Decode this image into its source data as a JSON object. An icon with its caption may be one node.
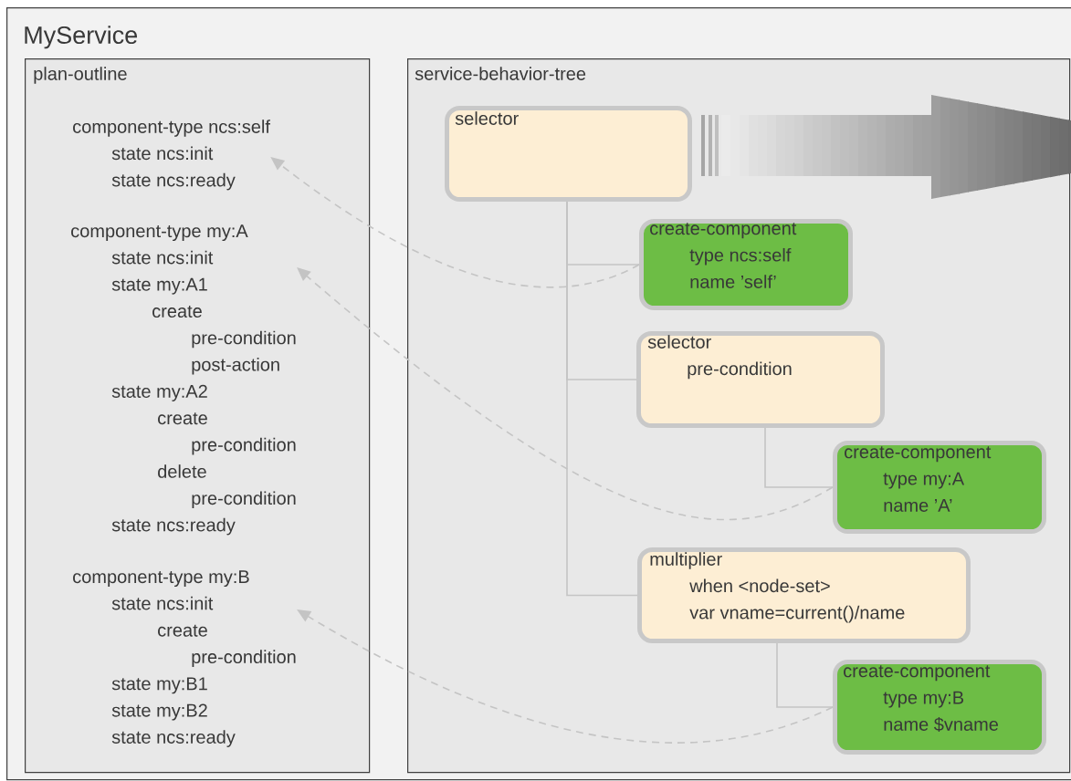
{
  "diagram": {
    "nodes": [
      {
        "text": [
          "MyService"
        ]
      },
      {
        "text": [
          "plan-outline"
        ],
        "in": 0
      },
      {
        "text": [
          "service-behavior-tree"
        ],
        "in": 0
      },
      {
        "text": [
          "component-type ncs:self",
          "state ncs:init",
          "state ncs:ready"
        ],
        "in": 1
      },
      {
        "text": [
          "component-type my:A",
          "state ncs:init",
          "state my:A1",
          "create",
          "pre-condition",
          "post-action",
          "state my:A2",
          "create",
          "pre-condition",
          "delete",
          "pre-condition",
          "state ncs:ready"
        ],
        "in": 1
      },
      {
        "text": [
          "component-type my:B",
          "state ncs:init",
          "create",
          "pre-condition",
          "state my:B1",
          "state my:B2",
          "state ncs:ready"
        ],
        "in": 1
      },
      {
        "text": [
          "selector"
        ],
        "in": 2
      },
      {
        "text": [
          "create-component",
          "type ncs:self",
          "name ’self’"
        ],
        "in": 2
      },
      {
        "text": [
          "selector",
          "pre-condition"
        ],
        "in": 2
      },
      {
        "text": [
          "create-component",
          "type my:A",
          "name ’A’"
        ],
        "in": 2
      },
      {
        "text": [
          "multiplier",
          "when <node-set>",
          "var vname=current()/name"
        ],
        "in": 2
      },
      {
        "text": [
          "create-component",
          "type my:B",
          "name $vname"
        ],
        "in": 2
      }
    ],
    "edges": [
      {
        "from": 6,
        "to": 7,
        "arrow": "none"
      },
      {
        "from": 6,
        "to": 8,
        "arrow": "none"
      },
      {
        "from": 6,
        "to": 10,
        "arrow": "none"
      },
      {
        "from": 8,
        "to": 9,
        "arrow": "none"
      },
      {
        "from": 10,
        "to": 11,
        "arrow": "none"
      },
      {
        "from": 7,
        "to": 3,
        "arrow": "to",
        "style": "dashed"
      },
      {
        "from": 9,
        "to": 4,
        "arrow": "to",
        "style": "dashed"
      },
      {
        "from": 11,
        "to": 5,
        "arrow": "to",
        "style": "dashed"
      }
    ]
  }
}
